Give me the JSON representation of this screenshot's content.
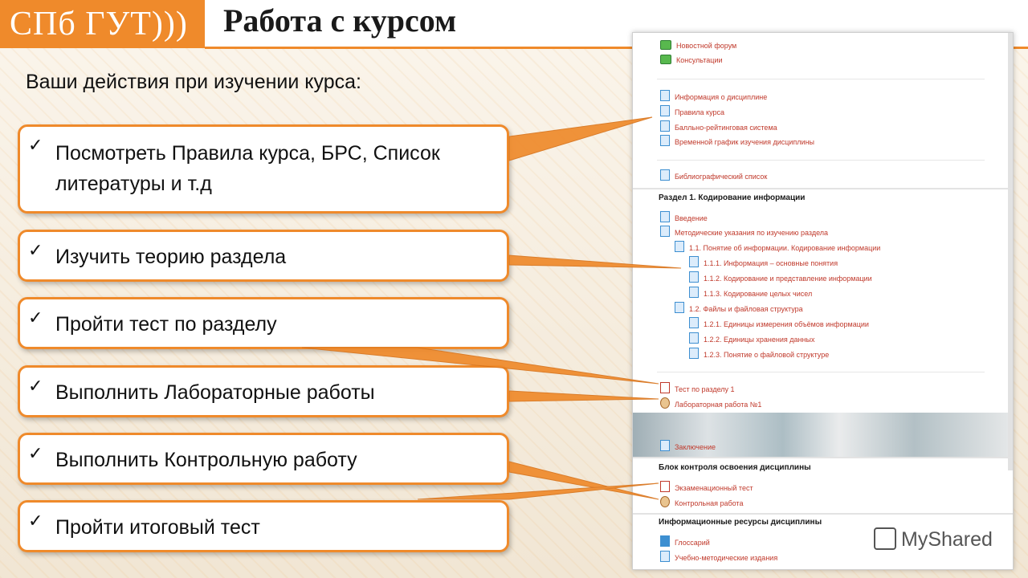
{
  "logo": {
    "text": "СПб ГУТ)))"
  },
  "slide": {
    "title": "Работа с курсом",
    "subtitle": "Ваши действия при изучении курса:"
  },
  "actions": [
    {
      "check": "✓",
      "label": "Посмотреть Правила курса, БРС, Список литературы и т.д"
    },
    {
      "check": "✓",
      "label": "Изучить теорию раздела"
    },
    {
      "check": "✓",
      "label": "Пройти тест по разделу"
    },
    {
      "check": "✓",
      "label": "Выполнить Лабораторные работы"
    },
    {
      "check": "✓",
      "label": "Выполнить Контрольную работу"
    },
    {
      "check": "✓",
      "label": "Пройти итоговый тест"
    }
  ],
  "course": {
    "top_items": [
      "Новостной форум",
      "Консультации"
    ],
    "info_items": [
      "Информация о дисциплине",
      "Правила курса",
      "Балльно-рейтинговая система",
      "Временной график изучения дисциплины"
    ],
    "biblio": "Библиографический список",
    "section1": {
      "title": "Раздел 1. Кодирование информации",
      "items": [
        "Введение",
        "Методические указания по изучению раздела",
        "1.1. Понятие об информации. Кодирование информации",
        "1.1.1. Информация – основные понятия",
        "1.1.2. Кодирование и представление информации",
        "1.1.3. Кодирование целых чисел",
        "1.2. Файлы и файловая структура",
        "1.2.1. Единицы измерения объёмов информации",
        "1.2.2. Единицы хранения данных",
        "1.2.3. Понятие о файловой структуре"
      ],
      "test": "Тест по разделу 1",
      "lab": "Лабораторная работа №1",
      "conclusion": "Заключение"
    },
    "control": {
      "title": "Блок контроля освоения дисциплины",
      "items": [
        "Экзаменационный тест",
        "Контрольная работа"
      ]
    },
    "resources": {
      "title": "Информационные ресурсы дисциплины",
      "items": [
        "Глоссарий",
        "Учебно-методические издания"
      ]
    }
  },
  "watermark": {
    "text": "MyShared"
  },
  "colors": {
    "accent": "#ef8a2b",
    "link": "#c0392b"
  }
}
